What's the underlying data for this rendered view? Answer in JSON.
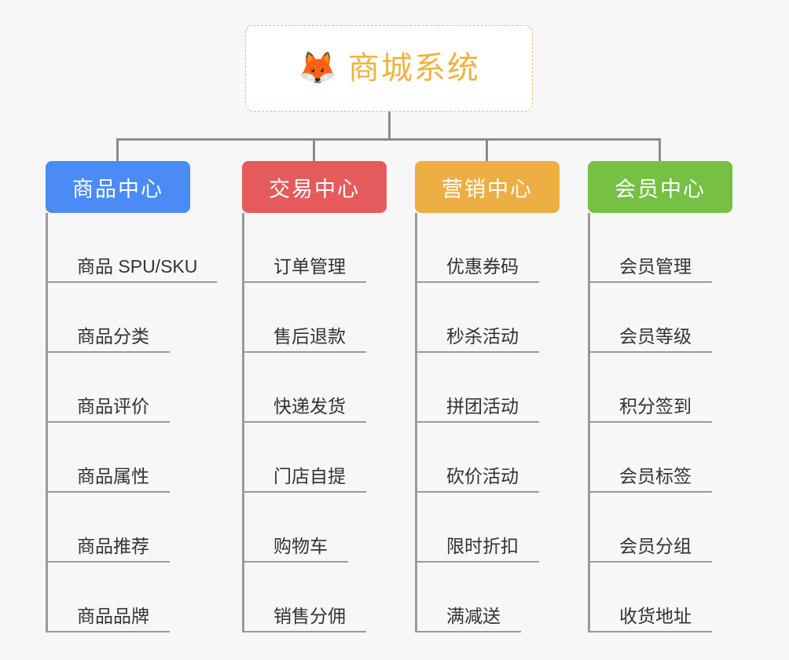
{
  "diagram": {
    "background_color": "#f7f7f7",
    "connector_color": "#8c8c8c",
    "root": {
      "icon": "fox-face-icon",
      "icon_glyph": "🦊",
      "title": "商城系统",
      "title_color": "#efb33f",
      "border_color": "#f0b860",
      "background_color": "#ffffff"
    },
    "categories": [
      {
        "label": "商品中心",
        "color": "#4a8bf5",
        "items": [
          "商品 SPU/SKU",
          "商品分类",
          "商品评价",
          "商品属性",
          "商品推荐",
          "商品品牌"
        ]
      },
      {
        "label": "交易中心",
        "color": "#e55b5b",
        "items": [
          "订单管理",
          "售后退款",
          "快递发货",
          "门店自提",
          "购物车",
          "销售分佣"
        ]
      },
      {
        "label": "营销中心",
        "color": "#edae43",
        "items": [
          "优惠券码",
          "秒杀活动",
          "拼团活动",
          "砍价活动",
          "限时折扣",
          "满减送"
        ]
      },
      {
        "label": "会员中心",
        "color": "#76c044",
        "items": [
          "会员管理",
          "会员等级",
          "积分签到",
          "会员标签",
          "会员分组",
          "收货地址"
        ]
      }
    ]
  }
}
